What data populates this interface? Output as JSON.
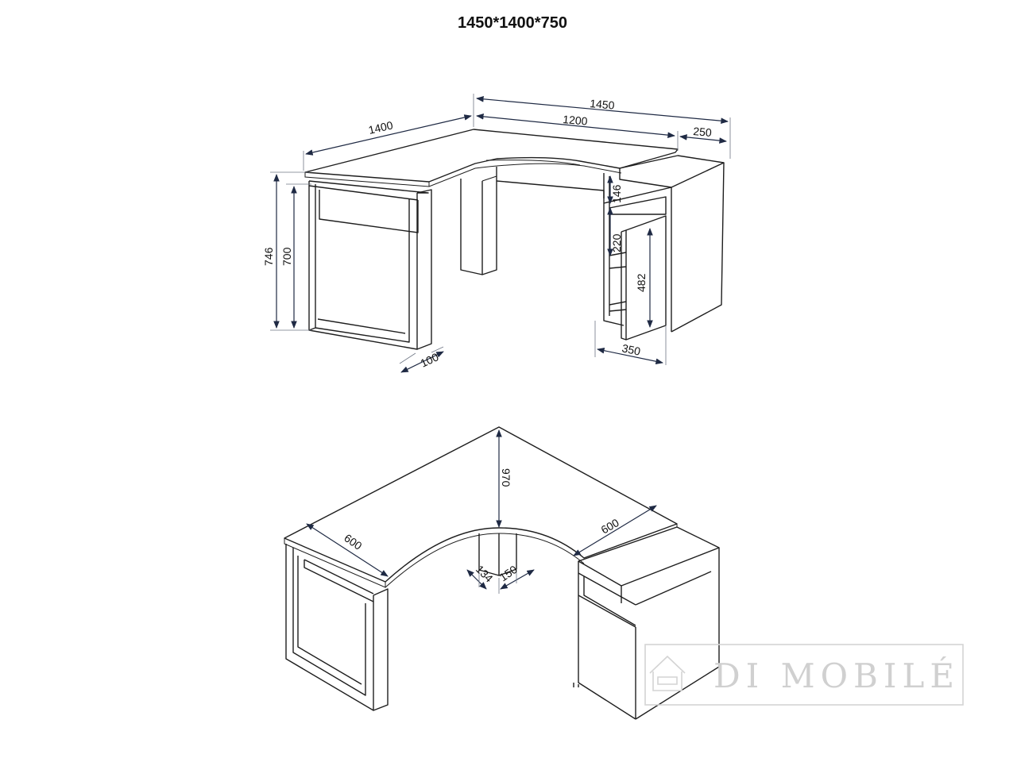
{
  "title": "1450*1400*750",
  "top_view": {
    "dimensions": {
      "total_width": "1450",
      "left_depth": "1400",
      "top_width": "1200",
      "shelf_extension": "250",
      "height_outer": "746",
      "height_inner": "700",
      "top_shelf_height": "146",
      "middle_shelf_height": "220",
      "door_height": "482",
      "cabinet_depth": "350",
      "leg_thickness": "100"
    }
  },
  "bottom_view": {
    "dimensions": {
      "corner_depth": "970",
      "left_width": "600",
      "right_width": "600",
      "post_a": "134",
      "post_b": "150"
    }
  },
  "watermark": {
    "text": "DI MOBILÉ",
    "color": "#d0d0d0"
  }
}
